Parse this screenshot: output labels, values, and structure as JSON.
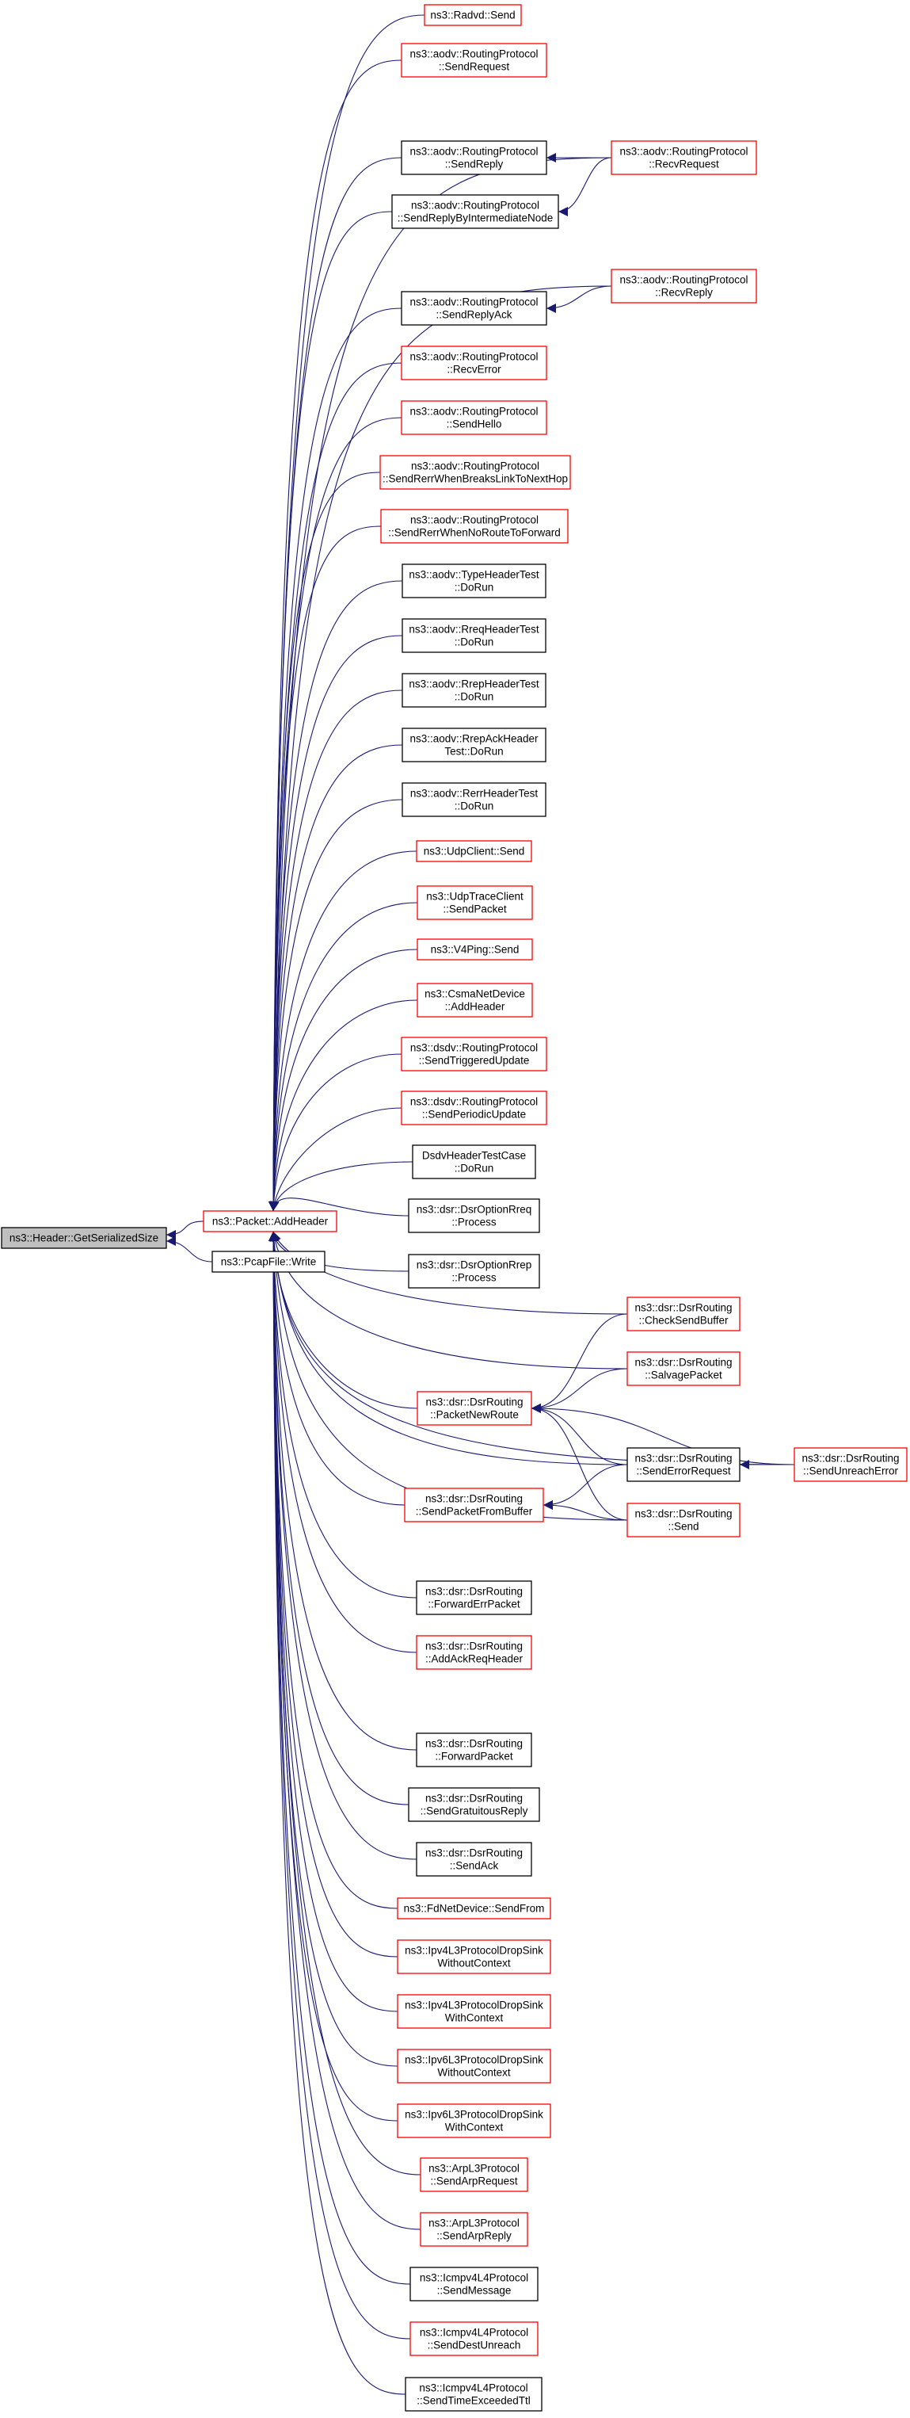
{
  "diagram": {
    "colors": {
      "edge": "#191970",
      "border_black": "#000000",
      "border_red": "#ff0000",
      "root_fill": "#bfbfbf",
      "node_fill": "#ffffff"
    },
    "nodes": [
      {
        "id": "root",
        "lines": [
          "ns3::Header::GetSerializedSize"
        ],
        "border": "black",
        "fill": "gray"
      },
      {
        "id": "addheader",
        "lines": [
          "ns3::Packet::AddHeader"
        ],
        "border": "red"
      },
      {
        "id": "pcapwrite",
        "lines": [
          "ns3::PcapFile::Write"
        ],
        "border": "black"
      },
      {
        "id": "radvd",
        "lines": [
          "ns3::Radvd::Send"
        ],
        "border": "red"
      },
      {
        "id": "aodv_sendrequest",
        "lines": [
          "ns3::aodv::RoutingProtocol",
          "::SendRequest"
        ],
        "border": "red"
      },
      {
        "id": "aodv_sendreply",
        "lines": [
          "ns3::aodv::RoutingProtocol",
          "::SendReply"
        ],
        "border": "black"
      },
      {
        "id": "aodv_recvrequest",
        "lines": [
          "ns3::aodv::RoutingProtocol",
          "::RecvRequest"
        ],
        "border": "red"
      },
      {
        "id": "aodv_sendreplyinter",
        "lines": [
          "ns3::aodv::RoutingProtocol",
          "::SendReplyByIntermediateNode"
        ],
        "border": "black"
      },
      {
        "id": "aodv_recvreply",
        "lines": [
          "ns3::aodv::RoutingProtocol",
          "::RecvReply"
        ],
        "border": "red"
      },
      {
        "id": "aodv_sendreplyack",
        "lines": [
          "ns3::aodv::RoutingProtocol",
          "::SendReplyAck"
        ],
        "border": "black"
      },
      {
        "id": "aodv_recverror",
        "lines": [
          "ns3::aodv::RoutingProtocol",
          "::RecvError"
        ],
        "border": "red"
      },
      {
        "id": "aodv_sendhello",
        "lines": [
          "ns3::aodv::RoutingProtocol",
          "::SendHello"
        ],
        "border": "red"
      },
      {
        "id": "aodv_sendrerrlink",
        "lines": [
          "ns3::aodv::RoutingProtocol",
          "::SendRerrWhenBreaksLinkToNextHop"
        ],
        "border": "red"
      },
      {
        "id": "aodv_sendrerrnoroute",
        "lines": [
          "ns3::aodv::RoutingProtocol",
          "::SendRerrWhenNoRouteToForward"
        ],
        "border": "red"
      },
      {
        "id": "aodv_typeheadertest",
        "lines": [
          "ns3::aodv::TypeHeaderTest",
          "::DoRun"
        ],
        "border": "black"
      },
      {
        "id": "aodv_rreqheadertest",
        "lines": [
          "ns3::aodv::RreqHeaderTest",
          "::DoRun"
        ],
        "border": "black"
      },
      {
        "id": "aodv_rrepheadertest",
        "lines": [
          "ns3::aodv::RrepHeaderTest",
          "::DoRun"
        ],
        "border": "black"
      },
      {
        "id": "aodv_rrepackheadertest",
        "lines": [
          "ns3::aodv::RrepAckHeader",
          "Test::DoRun"
        ],
        "border": "black"
      },
      {
        "id": "aodv_rerrheadertest",
        "lines": [
          "ns3::aodv::RerrHeaderTest",
          "::DoRun"
        ],
        "border": "black"
      },
      {
        "id": "udpclient",
        "lines": [
          "ns3::UdpClient::Send"
        ],
        "border": "red"
      },
      {
        "id": "udptraceclient",
        "lines": [
          "ns3::UdpTraceClient",
          "::SendPacket"
        ],
        "border": "red"
      },
      {
        "id": "v4ping",
        "lines": [
          "ns3::V4Ping::Send"
        ],
        "border": "red"
      },
      {
        "id": "csmanetdevice",
        "lines": [
          "ns3::CsmaNetDevice",
          "::AddHeader"
        ],
        "border": "red"
      },
      {
        "id": "dsdv_triggered",
        "lines": [
          "ns3::dsdv::RoutingProtocol",
          "::SendTriggeredUpdate"
        ],
        "border": "red"
      },
      {
        "id": "dsdv_periodic",
        "lines": [
          "ns3::dsdv::RoutingProtocol",
          "::SendPeriodicUpdate"
        ],
        "border": "red"
      },
      {
        "id": "dsdvheadertest",
        "lines": [
          "DsdvHeaderTestCase",
          "::DoRun"
        ],
        "border": "black"
      },
      {
        "id": "dsr_optionrreq",
        "lines": [
          "ns3::dsr::DsrOptionRreq",
          "::Process"
        ],
        "border": "black"
      },
      {
        "id": "dsr_optionrrep",
        "lines": [
          "ns3::dsr::DsrOptionRrep",
          "::Process"
        ],
        "border": "black"
      },
      {
        "id": "dsr_checksendbuffer",
        "lines": [
          "ns3::dsr::DsrRouting",
          "::CheckSendBuffer"
        ],
        "border": "red"
      },
      {
        "id": "dsr_salvagepacket",
        "lines": [
          "ns3::dsr::DsrRouting",
          "::SalvagePacket"
        ],
        "border": "red"
      },
      {
        "id": "dsr_packetnewroute",
        "lines": [
          "ns3::dsr::DsrRouting",
          "::PacketNewRoute"
        ],
        "border": "red"
      },
      {
        "id": "dsr_senderrorrequest",
        "lines": [
          "ns3::dsr::DsrRouting",
          "::SendErrorRequest"
        ],
        "border": "black"
      },
      {
        "id": "dsr_sendunreacherror",
        "lines": [
          "ns3::dsr::DsrRouting",
          "::SendUnreachError"
        ],
        "border": "red"
      },
      {
        "id": "dsr_sendpacketfrombuffer",
        "lines": [
          "ns3::dsr::DsrRouting",
          "::SendPacketFromBuffer"
        ],
        "border": "red"
      },
      {
        "id": "dsr_send",
        "lines": [
          "ns3::dsr::DsrRouting",
          "::Send"
        ],
        "border": "red"
      },
      {
        "id": "dsr_forwarderrpacket",
        "lines": [
          "ns3::dsr::DsrRouting",
          "::ForwardErrPacket"
        ],
        "border": "black"
      },
      {
        "id": "dsr_addackreqheader",
        "lines": [
          "ns3::dsr::DsrRouting",
          "::AddAckReqHeader"
        ],
        "border": "red"
      },
      {
        "id": "dsr_forwardpacket",
        "lines": [
          "ns3::dsr::DsrRouting",
          "::ForwardPacket"
        ],
        "border": "black"
      },
      {
        "id": "dsr_sendgratuitous",
        "lines": [
          "ns3::dsr::DsrRouting",
          "::SendGratuitousReply"
        ],
        "border": "black"
      },
      {
        "id": "dsr_sendack",
        "lines": [
          "ns3::dsr::DsrRouting",
          "::SendAck"
        ],
        "border": "black"
      },
      {
        "id": "fdnetdevice",
        "lines": [
          "ns3::FdNetDevice::SendFrom"
        ],
        "border": "red"
      },
      {
        "id": "ipv4drop_without",
        "lines": [
          "ns3::Ipv4L3ProtocolDropSink",
          "WithoutContext"
        ],
        "border": "red"
      },
      {
        "id": "ipv4drop_with",
        "lines": [
          "ns3::Ipv4L3ProtocolDropSink",
          "WithContext"
        ],
        "border": "red"
      },
      {
        "id": "ipv6drop_without",
        "lines": [
          "ns3::Ipv6L3ProtocolDropSink",
          "WithoutContext"
        ],
        "border": "red"
      },
      {
        "id": "ipv6drop_with",
        "lines": [
          "ns3::Ipv6L3ProtocolDropSink",
          "WithContext"
        ],
        "border": "red"
      },
      {
        "id": "arp_request",
        "lines": [
          "ns3::ArpL3Protocol",
          "::SendArpRequest"
        ],
        "border": "red"
      },
      {
        "id": "arp_reply",
        "lines": [
          "ns3::ArpL3Protocol",
          "::SendArpReply"
        ],
        "border": "red"
      },
      {
        "id": "icmp_sendmessage",
        "lines": [
          "ns3::Icmpv4L4Protocol",
          "::SendMessage"
        ],
        "border": "black"
      },
      {
        "id": "icmp_senddestunreach",
        "lines": [
          "ns3::Icmpv4L4Protocol",
          "::SendDestUnreach"
        ],
        "border": "red"
      },
      {
        "id": "icmp_sendtimeexceeded",
        "lines": [
          "ns3::Icmpv4L4Protocol",
          "::SendTimeExceededTtl"
        ],
        "border": "black"
      }
    ],
    "edges": [
      {
        "from": "addheader",
        "to": "root"
      },
      {
        "from": "pcapwrite",
        "to": "root"
      },
      {
        "from": "radvd",
        "to": "addheader"
      },
      {
        "from": "aodv_sendrequest",
        "to": "addheader"
      },
      {
        "from": "aodv_sendreply",
        "to": "addheader"
      },
      {
        "from": "aodv_recvrequest",
        "to": "addheader"
      },
      {
        "from": "aodv_recvrequest",
        "to": "aodv_sendreply"
      },
      {
        "from": "aodv_recvrequest",
        "to": "aodv_sendreplyinter"
      },
      {
        "from": "aodv_sendreplyinter",
        "to": "addheader"
      },
      {
        "from": "aodv_recvreply",
        "to": "addheader"
      },
      {
        "from": "aodv_recvreply",
        "to": "aodv_sendreplyack"
      },
      {
        "from": "aodv_sendreplyack",
        "to": "addheader"
      },
      {
        "from": "aodv_recverror",
        "to": "addheader"
      },
      {
        "from": "aodv_sendhello",
        "to": "addheader"
      },
      {
        "from": "aodv_sendrerrlink",
        "to": "addheader"
      },
      {
        "from": "aodv_sendrerrnoroute",
        "to": "addheader"
      },
      {
        "from": "aodv_typeheadertest",
        "to": "addheader"
      },
      {
        "from": "aodv_rreqheadertest",
        "to": "addheader"
      },
      {
        "from": "aodv_rrepheadertest",
        "to": "addheader"
      },
      {
        "from": "aodv_rrepackheadertest",
        "to": "addheader"
      },
      {
        "from": "aodv_rerrheadertest",
        "to": "addheader"
      },
      {
        "from": "udpclient",
        "to": "addheader"
      },
      {
        "from": "udptraceclient",
        "to": "addheader"
      },
      {
        "from": "v4ping",
        "to": "addheader"
      },
      {
        "from": "csmanetdevice",
        "to": "addheader"
      },
      {
        "from": "dsdv_triggered",
        "to": "addheader"
      },
      {
        "from": "dsdv_periodic",
        "to": "addheader"
      },
      {
        "from": "dsdvheadertest",
        "to": "addheader"
      },
      {
        "from": "dsr_optionrreq",
        "to": "addheader"
      },
      {
        "from": "dsr_optionrrep",
        "to": "addheader"
      },
      {
        "from": "dsr_checksendbuffer",
        "to": "addheader"
      },
      {
        "from": "dsr_checksendbuffer",
        "to": "dsr_packetnewroute"
      },
      {
        "from": "dsr_salvagepacket",
        "to": "addheader"
      },
      {
        "from": "dsr_salvagepacket",
        "to": "dsr_packetnewroute"
      },
      {
        "from": "dsr_packetnewroute",
        "to": "addheader"
      },
      {
        "from": "dsr_senderrorrequest",
        "to": "addheader"
      },
      {
        "from": "dsr_senderrorrequest",
        "to": "dsr_packetnewroute"
      },
      {
        "from": "dsr_senderrorrequest",
        "to": "dsr_sendpacketfrombuffer"
      },
      {
        "from": "dsr_sendunreacherror",
        "to": "dsr_senderrorrequest"
      },
      {
        "from": "dsr_sendunreacherror",
        "to": "dsr_packetnewroute"
      },
      {
        "from": "dsr_sendunreacherror",
        "to": "addheader"
      },
      {
        "from": "dsr_sendpacketfrombuffer",
        "to": "addheader"
      },
      {
        "from": "dsr_send",
        "to": "addheader"
      },
      {
        "from": "dsr_send",
        "to": "dsr_packetnewroute"
      },
      {
        "from": "dsr_send",
        "to": "dsr_sendpacketfrombuffer"
      },
      {
        "from": "dsr_forwarderrpacket",
        "to": "addheader"
      },
      {
        "from": "dsr_addackreqheader",
        "to": "addheader"
      },
      {
        "from": "dsr_forwardpacket",
        "to": "addheader"
      },
      {
        "from": "dsr_sendgratuitous",
        "to": "addheader"
      },
      {
        "from": "dsr_sendack",
        "to": "addheader"
      },
      {
        "from": "fdnetdevice",
        "to": "addheader"
      },
      {
        "from": "ipv4drop_without",
        "to": "addheader"
      },
      {
        "from": "ipv4drop_with",
        "to": "addheader"
      },
      {
        "from": "ipv6drop_without",
        "to": "addheader"
      },
      {
        "from": "ipv6drop_with",
        "to": "addheader"
      },
      {
        "from": "arp_request",
        "to": "addheader"
      },
      {
        "from": "arp_reply",
        "to": "addheader"
      },
      {
        "from": "icmp_sendmessage",
        "to": "addheader"
      },
      {
        "from": "icmp_senddestunreach",
        "to": "addheader"
      },
      {
        "from": "icmp_sendtimeexceeded",
        "to": "addheader"
      }
    ]
  }
}
